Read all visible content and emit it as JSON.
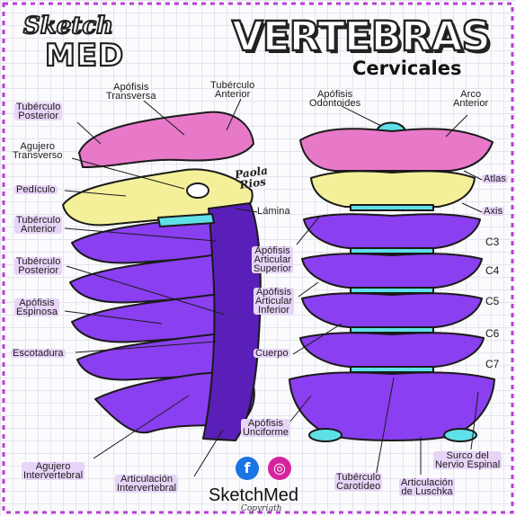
{
  "logo": {
    "word1": "Sketch",
    "word2": "MED"
  },
  "title": "VERTEBRAS",
  "subtitle": "Cervicales",
  "author": "Paola\nRios",
  "labels_left": {
    "apofisis_transversa": "Apófisis\nTransversa",
    "tuberculo_anterior_top": "Tubérculo\nAnterior",
    "tuberculo_posterior_top": "Tubérculo\nPosterior",
    "agujero_transverso": "Agujero\nTransverso",
    "pediculo": "Pedículo",
    "lamina": "Lámina",
    "tuberculo_anterior": "Tubérculo\nAnterior",
    "tuberculo_posterior": "Tubérculo\nPosterior",
    "apofisis_espinosa": "Apófisis\nEspinosa",
    "escotadura": "Escotadura",
    "agujero_intervertebral": "Agujero\nIntervertebral",
    "articulacion_intervertebral": "Articulación\nIntervertebral"
  },
  "labels_center": {
    "apofisis_articular_superior": "Apófisis\nArticular\nSuperior",
    "apofisis_articular_inferior": "Apófisis\nArticular\nInferior",
    "cuerpo": "Cuerpo",
    "apofisis_unciforme": "Apófisis\nUnciforme"
  },
  "labels_right": {
    "apofisis_odontoides": "Apófisis\nOdontoides",
    "arco_anterior": "Arco\nAnterior",
    "atlas": "Atlas",
    "axis": "Axis",
    "tuberculo_carotideo": "Tubérculo\nCarotídeo",
    "articulacion_luschka": "Articulación\nde Luschka",
    "surco_nervio_espinal": "Surco del\nNervio Espinal"
  },
  "levels": [
    "C3",
    "C4",
    "C5",
    "C6",
    "C7"
  ],
  "footer": {
    "brand": "SketchMed",
    "copyright": "Copyrigth",
    "facebook_glyph": "f",
    "instagram_glyph": "◎"
  },
  "colors": {
    "pink": "#e879c8",
    "yellow": "#f4f09a",
    "purple": "#8a3ff0",
    "dark_purple": "#5a1fb8",
    "cyan": "#5fe0e8",
    "label_bg": "#e7d4f7",
    "facebook": "#1b74e4",
    "instagram": "#d6249f"
  }
}
